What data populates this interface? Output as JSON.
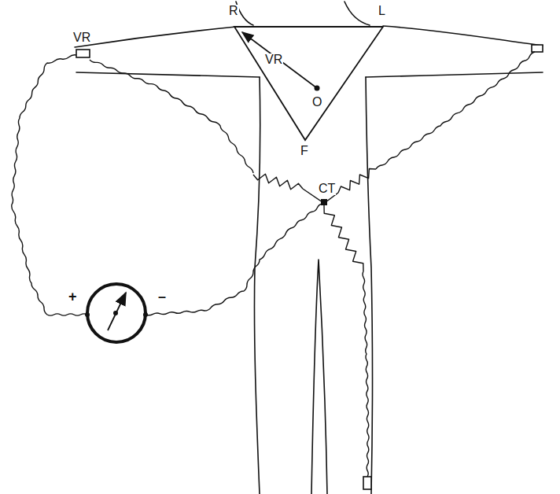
{
  "diagram": {
    "labels": [
      "VR",
      "R",
      "L",
      "VR",
      "O",
      "F",
      "CT",
      "+",
      "–"
    ]
  }
}
